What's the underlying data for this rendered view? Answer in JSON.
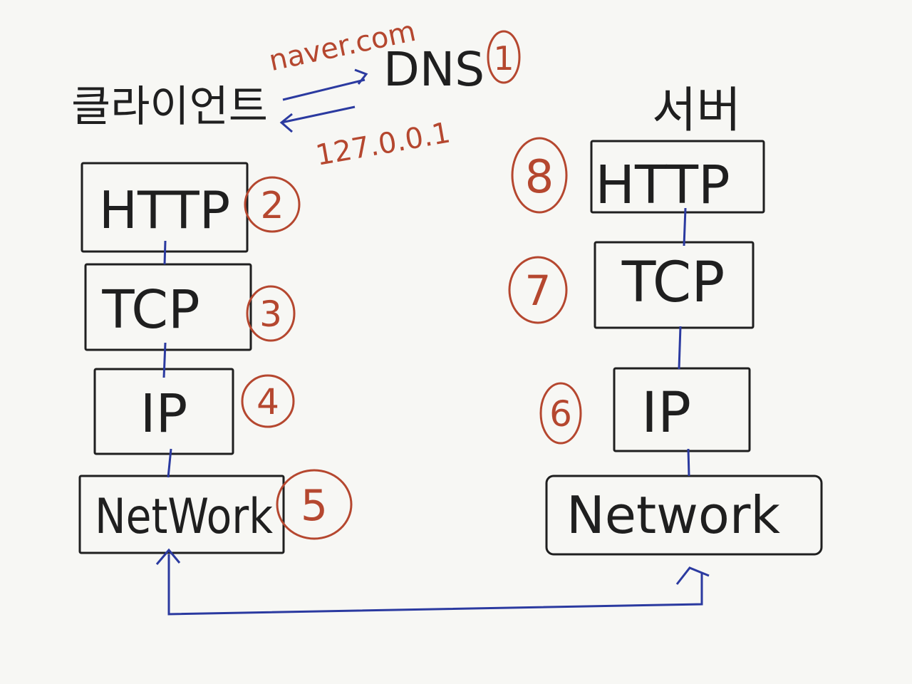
{
  "colors": {
    "background": "#f7f7f4",
    "ink": "#1f1f1f",
    "step_marker": "#b5472f",
    "connector": "#2b3aa0"
  },
  "dns": {
    "label": "DNS",
    "query": "naver.com",
    "answer": "127.0.0.1",
    "step": "1"
  },
  "client": {
    "title": "클라이언트",
    "layers": [
      {
        "label": "HTTP",
        "step": "2"
      },
      {
        "label": "TCP",
        "step": "3"
      },
      {
        "label": "IP",
        "step": "4"
      },
      {
        "label": "NetWork",
        "step": "5"
      }
    ]
  },
  "server": {
    "title": "서버",
    "layers": [
      {
        "label": "HTTP",
        "step": "8"
      },
      {
        "label": "TCP",
        "step": "7"
      },
      {
        "label": "IP",
        "step": "6"
      },
      {
        "label": "Network",
        "step": ""
      }
    ]
  }
}
